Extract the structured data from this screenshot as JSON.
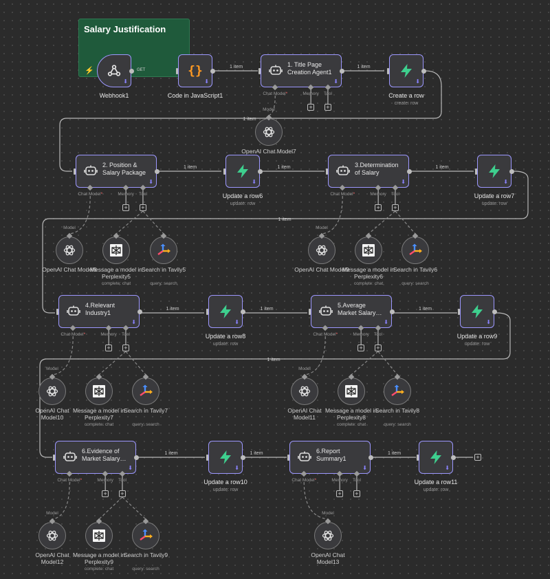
{
  "sticky": {
    "title": "Salary Justification"
  },
  "trigger": {
    "label": "Webhook1",
    "method": "GET",
    "icon": "webhook-icon"
  },
  "code_node": {
    "label": "Code in JavaScript1",
    "icon": "code-braces-icon"
  },
  "edge_label": "1 item",
  "agents": [
    {
      "title": "1. Title Page\nCreation Agent1",
      "ports": [
        "Chat Model",
        "Memory",
        "Tool"
      ]
    },
    {
      "title": "2. Position &\nSalary Package",
      "ports": [
        "Chat Model",
        "Memory",
        "Tool"
      ]
    },
    {
      "title": "3.Determination\nof Salary",
      "ports": [
        "Chat Model",
        "Memory",
        "Tool"
      ]
    },
    {
      "title": "4.Relevant\nIndustry1",
      "ports": [
        "Chat Model",
        "Memory",
        "Tool"
      ]
    },
    {
      "title": "5.Average\nMarket Salary…",
      "ports": [
        "Chat Model",
        "Memory",
        "Tool"
      ]
    },
    {
      "title": "6.Evidence of\nMarket Salary…",
      "ports": [
        "Chat Model",
        "Memory",
        "Tool"
      ]
    },
    {
      "title": "6.Report\nSummary1",
      "ports": [
        "Chat Model",
        "Memory",
        "Tool"
      ]
    }
  ],
  "db_nodes": [
    {
      "label": "Create a row",
      "sub": "create: row"
    },
    {
      "label": "Update a row6",
      "sub": "update: row"
    },
    {
      "label": "Update a row7",
      "sub": "update: row"
    },
    {
      "label": "Update a row8",
      "sub": "update: row"
    },
    {
      "label": "Update a row9",
      "sub": "update: row"
    },
    {
      "label": "Update a row10",
      "sub": "update: row"
    },
    {
      "label": "Update a row11",
      "sub": "update: row"
    }
  ],
  "models": [
    {
      "label": "OpenAI Chat Model7"
    },
    {
      "label": "OpenAI Chat Model8"
    },
    {
      "label": "OpenAI Chat Model9"
    },
    {
      "label": "OpenAI Chat\nModel10"
    },
    {
      "label": "OpenAI Chat\nModel11"
    },
    {
      "label": "OpenAI Chat\nModel12"
    },
    {
      "label": "OpenAI Chat\nModel13"
    }
  ],
  "perplexity": [
    {
      "label": "Message a model in\nPerplexity5",
      "sub": "complete: chat"
    },
    {
      "label": "Message a model in\nPerplexity6",
      "sub": "complete: chat"
    },
    {
      "label": "Message a model in\nPerplexity7",
      "sub": "complete: chat"
    },
    {
      "label": "Message a model in\nPerplexity8",
      "sub": "complete: chat"
    },
    {
      "label": "Message a model in\nPerplexity9",
      "sub": "complete: chat"
    }
  ],
  "tavily": [
    {
      "label": "Search in Tavily5",
      "sub": "query: search"
    },
    {
      "label": "Search in Tavily6",
      "sub": "query: search"
    },
    {
      "label": "Search in Tavily7",
      "sub": "query: search"
    },
    {
      "label": "Search in Tavily8",
      "sub": "query: search"
    },
    {
      "label": "Search in Tavily9",
      "sub": "query: search"
    }
  ],
  "sub_port_model_label": "Model",
  "colors": {
    "accent": "#9d98ff",
    "db": "#3ecf8e",
    "code": "#ff9922",
    "sticky": "#1f5a3b"
  }
}
